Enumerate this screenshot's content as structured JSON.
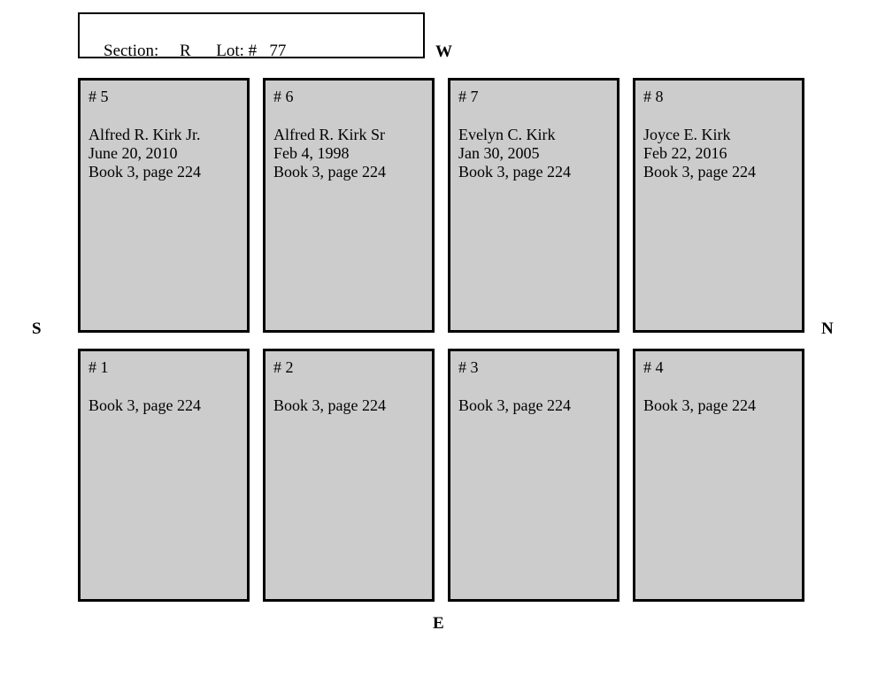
{
  "header": {
    "section_label": "Section:",
    "section_value": "R",
    "lot_label": "Lot: #",
    "lot_value": "77",
    "full_text": "Section:     R      Lot: #   77"
  },
  "compass": {
    "west": "W",
    "north": "N",
    "south": "S",
    "east": "E"
  },
  "colors": {
    "plot_fill": "#cccccc",
    "plot_border": "#000000",
    "page_background": "#ffffff",
    "text": "#000000"
  },
  "plots": {
    "top_row": [
      {
        "id": "# 5",
        "name": "Alfred R. Kirk Jr.",
        "date": "June 20, 2010",
        "reference": "Book 3, page 224"
      },
      {
        "id": "# 6",
        "name": "Alfred R. Kirk Sr",
        "date": "Feb 4, 1998",
        "reference": "Book 3, page 224"
      },
      {
        "id": "# 7",
        "name": "Evelyn C. Kirk",
        "date": "Jan 30, 2005",
        "reference": "Book 3, page 224"
      },
      {
        "id": "# 8",
        "name": "Joyce E. Kirk",
        "date": "Feb 22, 2016",
        "reference": "Book 3, page 224"
      }
    ],
    "bottom_row": [
      {
        "id": "# 1",
        "name": "",
        "date": "",
        "reference": "Book 3, page 224"
      },
      {
        "id": "# 2",
        "name": "",
        "date": "",
        "reference": "Book 3, page 224"
      },
      {
        "id": "# 3",
        "name": "",
        "date": "",
        "reference": "Book 3, page 224"
      },
      {
        "id": "# 4",
        "name": "",
        "date": "",
        "reference": "Book 3, page 224"
      }
    ]
  }
}
